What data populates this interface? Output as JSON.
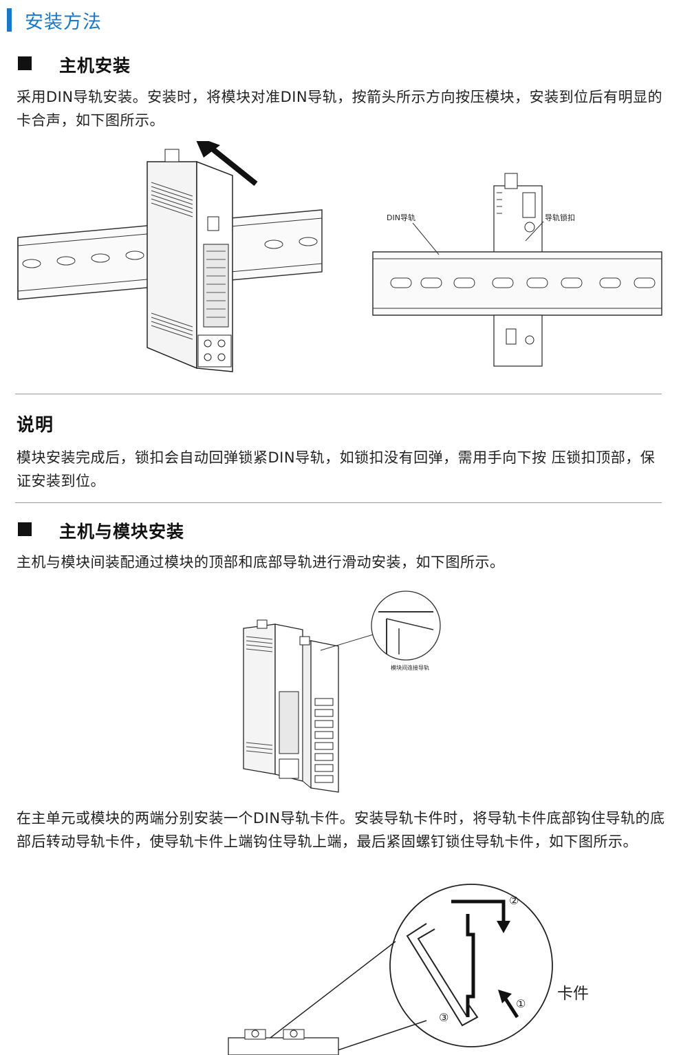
{
  "header": {
    "title": "安装方法"
  },
  "section1": {
    "heading": "主机安装",
    "paragraph": "采用DIN导轨安装。安装时，将模块对准DIN导轨，按箭头所示方向按压模块，安装到位后有明显的卡合声，如下图所示。",
    "figure_labels": {
      "rail": "DIN导轨",
      "latch": "导轨锁扣"
    }
  },
  "note": {
    "heading": "说明",
    "paragraph": "模块安装完成后，锁扣会自动回弹锁紧DIN导轨，如锁扣没有回弹，需用手向下按 压锁扣顶部，保证安装到位。"
  },
  "section2": {
    "heading": "主机与模块安装",
    "paragraph1": "主机与模块间装配通过模块的顶部和底部导轨进行滑动安装，如下图所示。",
    "figure_label": "模块间连接导轨",
    "paragraph2": "在主单元或模块的两端分别安装一个DIN导轨卡件。安装导轨卡件时，将导轨卡件底部钩住导轨的底部后转动导轨卡件，使导轨卡件上端钩住导轨上端，最后紧固螺钉锁住导轨卡件，如下图所示。",
    "clip_label": "卡件",
    "step_marks": [
      "②",
      "①",
      "③"
    ]
  },
  "colors": {
    "accent": "#1a78c9",
    "text": "#222222",
    "rule": "#9a9a9a"
  }
}
